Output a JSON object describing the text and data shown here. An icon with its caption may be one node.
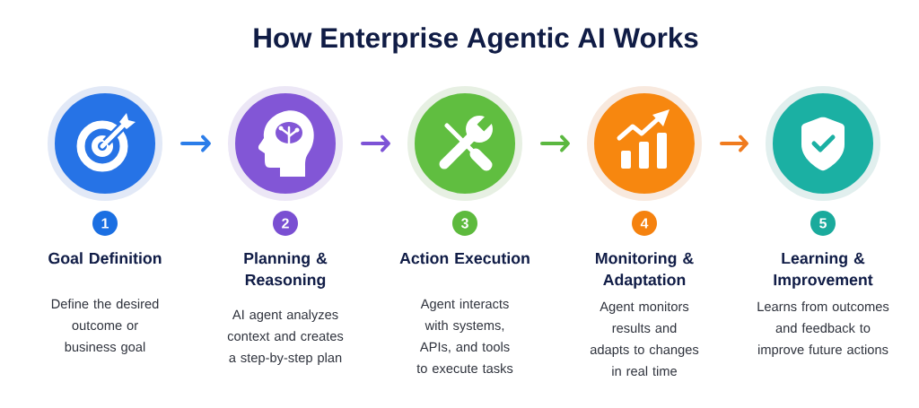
{
  "diagram": {
    "title": "How Enterprise Agentic AI Works",
    "nodes": [
      {
        "text": [],
        "shape": "circle"
      },
      {
        "text": [
          "1"
        ],
        "beside": [
          "Goal Definition",
          "Define the desired outcome or business goal"
        ]
      },
      {
        "text": [],
        "shape": "circle"
      },
      {
        "text": [
          "2"
        ],
        "beside": [
          "Planning & Reasoning",
          "AI agent analyzes context and creates a step-by-step plan"
        ]
      },
      {
        "text": [],
        "shape": "circle"
      },
      {
        "text": [
          "3"
        ],
        "beside": [
          "Action Execution",
          "Agent interacts with systems, APIs, and tools to execute tasks"
        ]
      },
      {
        "text": [],
        "shape": "circle"
      },
      {
        "text": [
          "4"
        ],
        "beside": [
          "Monitoring & Adaptation",
          "Agent monitors results and adapts to changes in real time"
        ]
      },
      {
        "text": [],
        "shape": "circle"
      },
      {
        "text": [
          "5"
        ],
        "beside": [
          "Learning & Improvement",
          "Learns from outcomes and feedback to improve future actions"
        ]
      }
    ],
    "edges": [
      {
        "from": 0,
        "to": 2,
        "arrow": "to",
        "color": "#2b7de9"
      },
      {
        "from": 2,
        "to": 4,
        "arrow": "to",
        "color": "#7d53d6"
      },
      {
        "from": 4,
        "to": 6,
        "arrow": "to",
        "color": "#5bb840"
      },
      {
        "from": 6,
        "to": 8,
        "arrow": "to",
        "color": "#f07b1e"
      }
    ]
  }
}
